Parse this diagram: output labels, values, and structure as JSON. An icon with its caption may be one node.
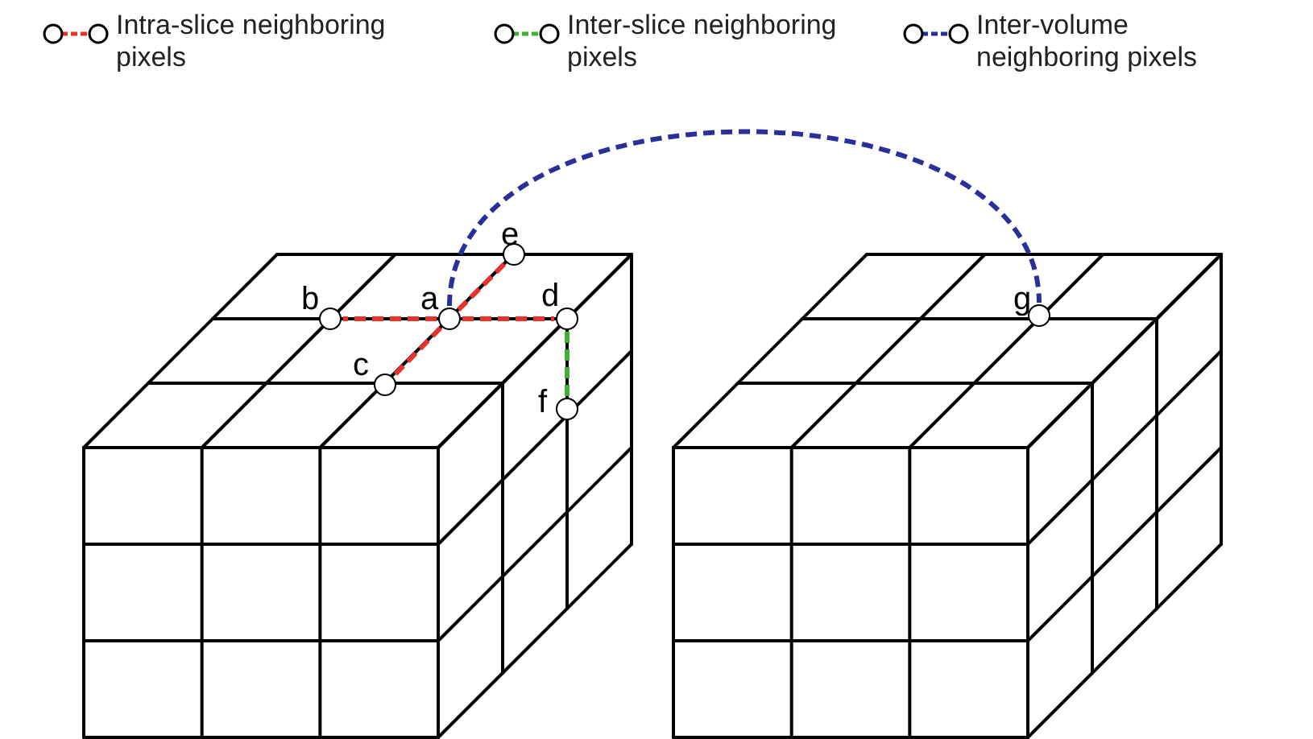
{
  "diagram": {
    "nodes": [
      {
        "text": [],
        "shape": "circle",
        "beside": [
          "e"
        ]
      },
      {
        "text": [],
        "shape": "circle",
        "beside": [
          "b"
        ]
      },
      {
        "text": [],
        "shape": "circle",
        "beside": [
          "a"
        ]
      },
      {
        "text": [],
        "shape": "circle",
        "beside": [
          "d"
        ]
      },
      {
        "text": [],
        "shape": "circle",
        "beside": [
          "g"
        ]
      },
      {
        "text": [],
        "shape": "circle",
        "beside": [
          "c"
        ]
      },
      {
        "text": [],
        "shape": "circle",
        "beside": [
          "f"
        ]
      }
    ],
    "edges": [
      {
        "from": 2,
        "to": 1,
        "arrow": "none",
        "style": "dashed",
        "color": "#e8322a"
      },
      {
        "from": 2,
        "to": 0,
        "arrow": "none",
        "style": "dashed",
        "color": "#e8322a"
      },
      {
        "from": 2,
        "to": 3,
        "arrow": "none",
        "style": "dashed",
        "color": "#e8322a"
      },
      {
        "from": 2,
        "to": 5,
        "arrow": "none",
        "style": "dashed",
        "color": "#e8322a"
      },
      {
        "from": 3,
        "to": 6,
        "arrow": "none",
        "style": "dashed",
        "color": "#3cb22f"
      },
      {
        "from": 2,
        "to": 4,
        "arrow": "none",
        "style": "dashed",
        "color": "#2b2f9a"
      }
    ],
    "legend": [
      {
        "text": "Intra-slice neighboring pixels"
      },
      {
        "text": "Inter-slice neighboring pixels"
      },
      {
        "text": "Inter-volume neighboring pixels"
      }
    ]
  }
}
